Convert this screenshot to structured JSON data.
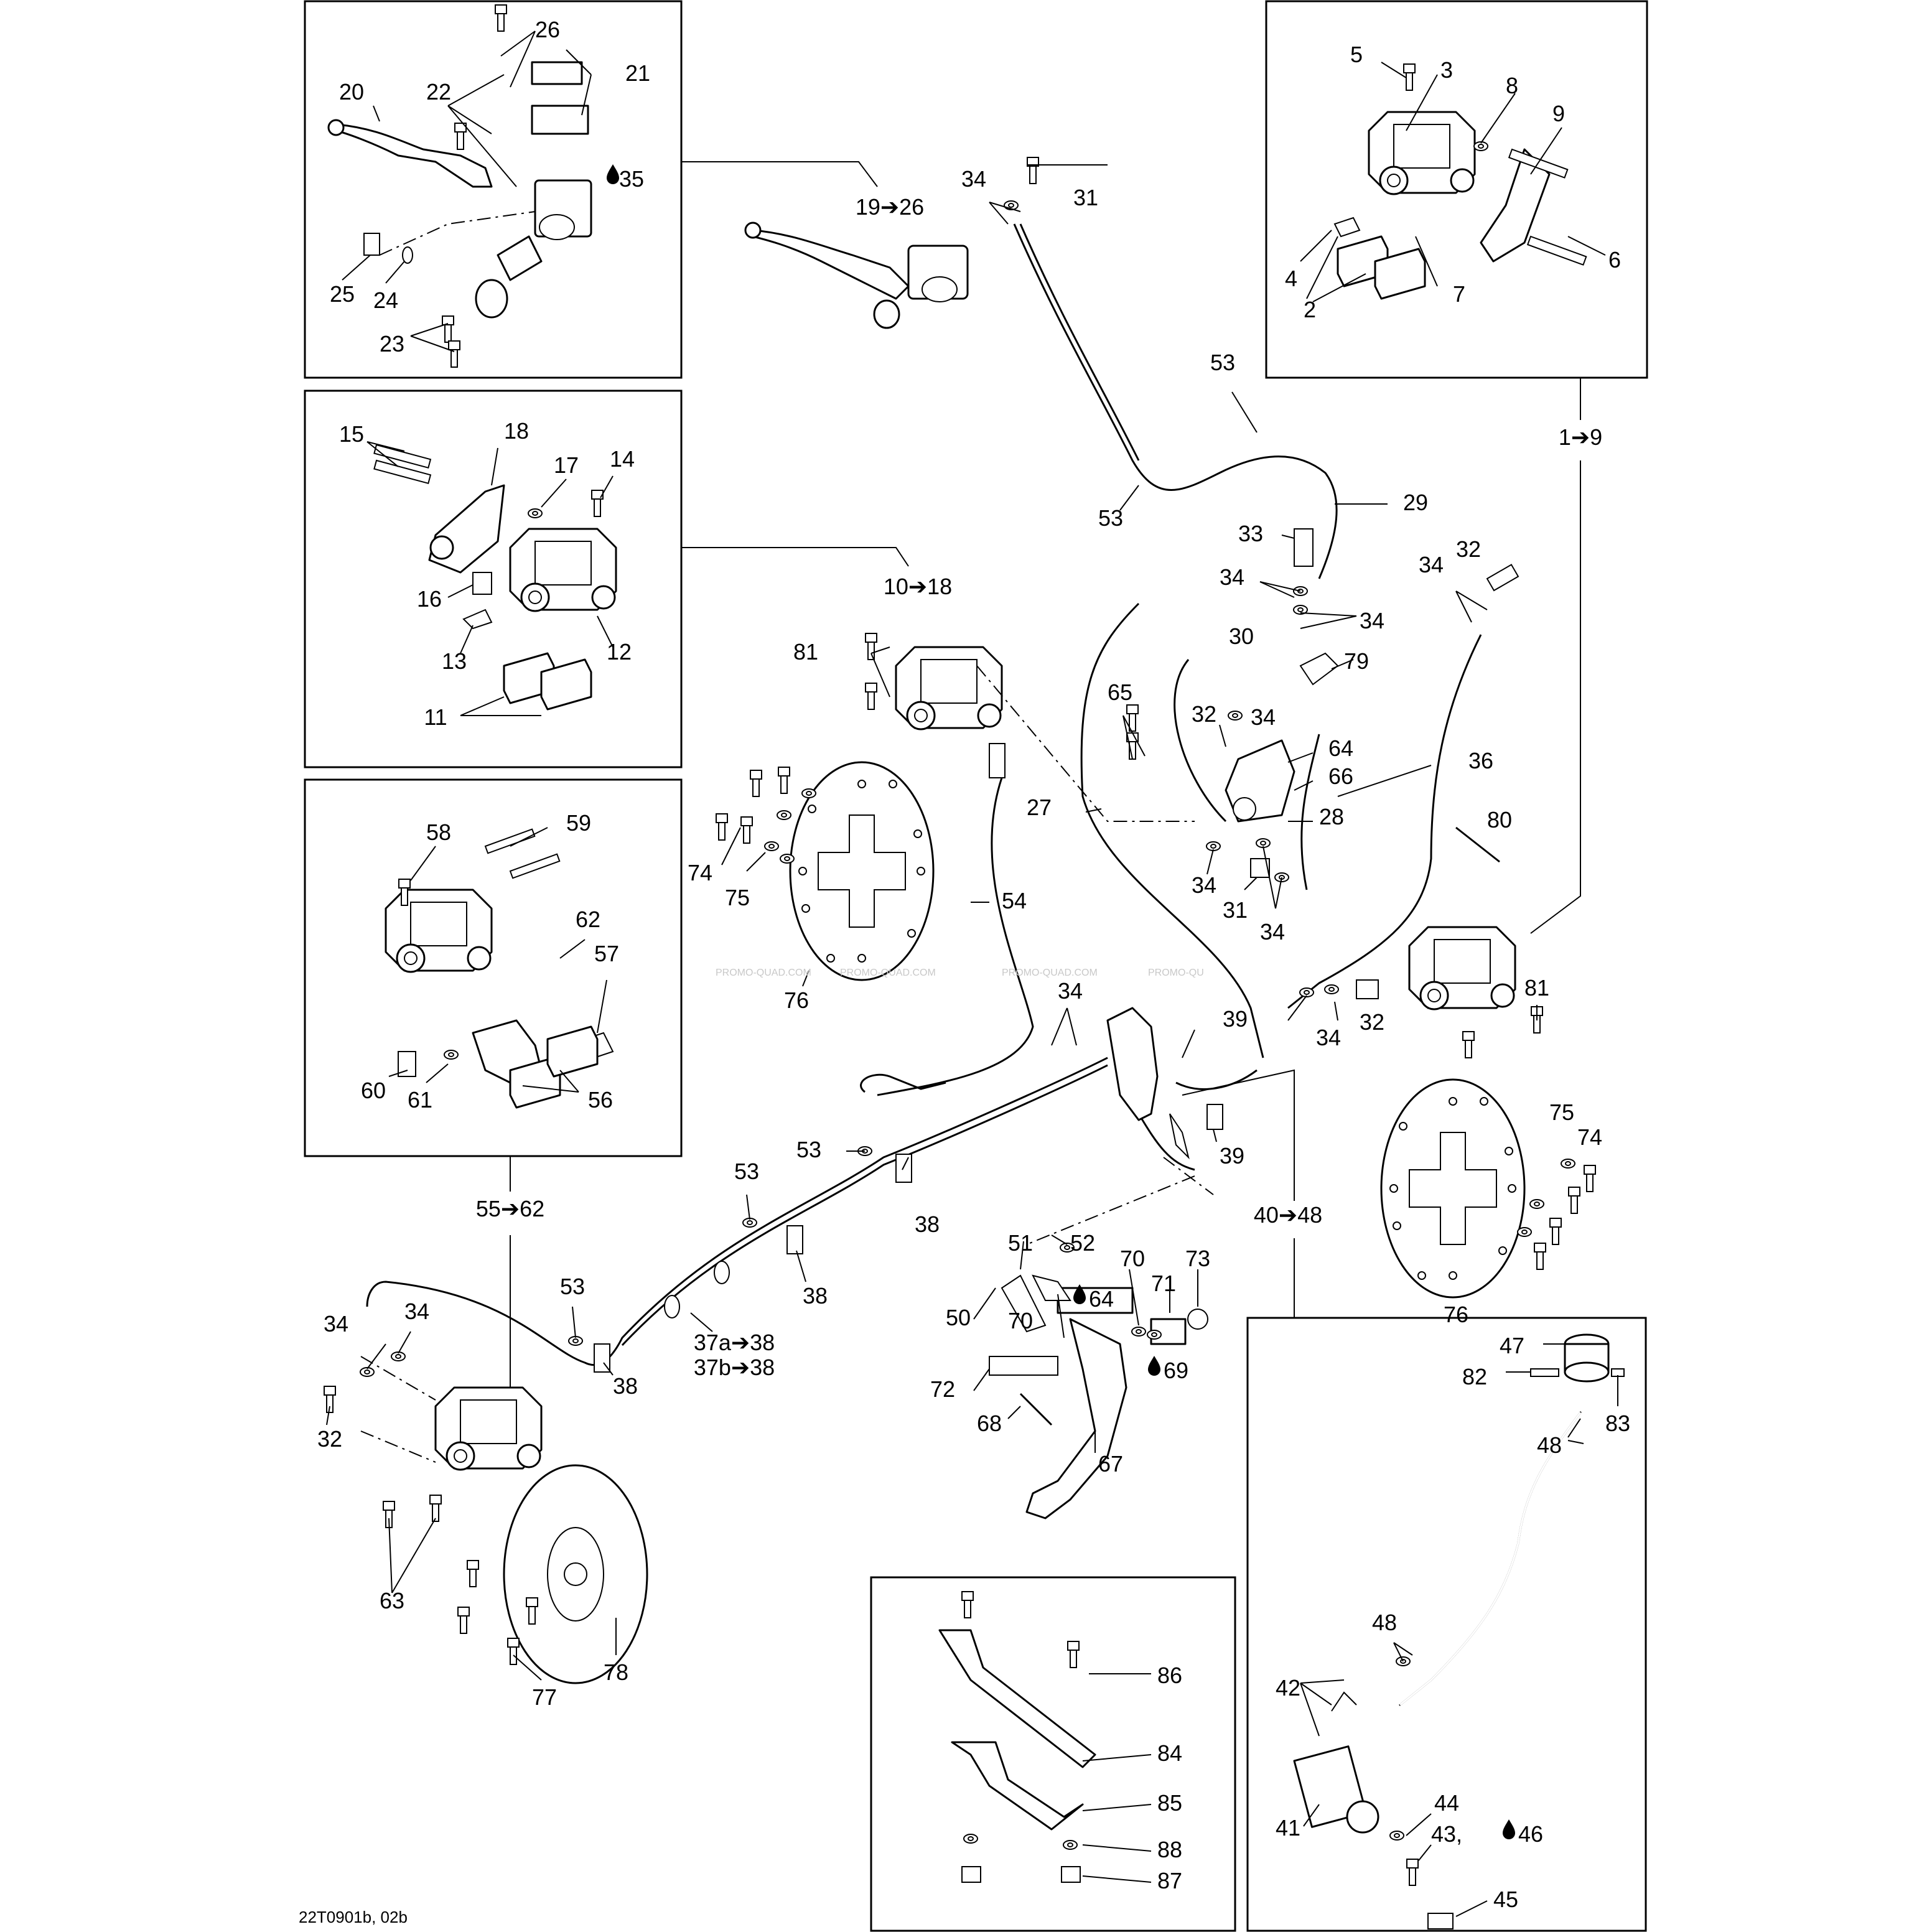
{
  "figure_code": "22T0901b, 02b",
  "watermark": "PROMO-QUAD.COM",
  "watermark_tail": "PROMO-QU",
  "callouts": {
    "c1_9": "1➔9",
    "c2": "2",
    "c3": "3",
    "c4": "4",
    "c5": "5",
    "c6": "6",
    "c7": "7",
    "c8": "8",
    "c9": "9",
    "c10_18": "10➔18",
    "c11": "11",
    "c12": "12",
    "c13": "13",
    "c14": "14",
    "c15": "15",
    "c16": "16",
    "c17": "17",
    "c18": "18",
    "c19_26": "19➔26",
    "c20": "20",
    "c21": "21",
    "c22": "22",
    "c23": "23",
    "c24": "24",
    "c25": "25",
    "c26": "26",
    "c27": "27",
    "c28": "28",
    "c29": "29",
    "c30": "30",
    "c31": "31",
    "c32": "32",
    "c33": "33",
    "c34": "34",
    "c35": "35",
    "c36": "36",
    "c37a": "37a➔38",
    "c37b": "37b➔38",
    "c38": "38",
    "c39": "39",
    "c40_48": "40➔48",
    "c41": "41",
    "c42": "42",
    "c43_46": "43, ",
    "c44": "44",
    "c45": "45",
    "c46": "46",
    "c47": "47",
    "c48": "48",
    "c50": "50",
    "c51": "51",
    "c52": "52",
    "c53": "53",
    "c54": "54",
    "c55_62": "55➔62",
    "c56": "56",
    "c57": "57",
    "c58": "58",
    "c59": "59",
    "c60": "60",
    "c61": "61",
    "c62": "62",
    "c63": "63",
    "c64": "64",
    "c65": "65",
    "c66": "66",
    "c67": "67",
    "c68": "68",
    "c69": "69",
    "c70": "70",
    "c71": "71",
    "c72": "72",
    "c73": "73",
    "c74": "74",
    "c75": "75",
    "c76": "76",
    "c77": "77",
    "c78": "78",
    "c79": "79",
    "c80": "80",
    "c81": "81",
    "c82": "82",
    "c83": "83",
    "c84": "84",
    "c85": "85",
    "c86": "86",
    "c87": "87",
    "c88": "88"
  },
  "colors": {
    "line": "#000000",
    "background": "#ffffff",
    "watermark": "#c8c8c8"
  },
  "icons": {
    "lubricant": "oil-drop-icon",
    "range_arrow": "arrow-right-icon"
  }
}
